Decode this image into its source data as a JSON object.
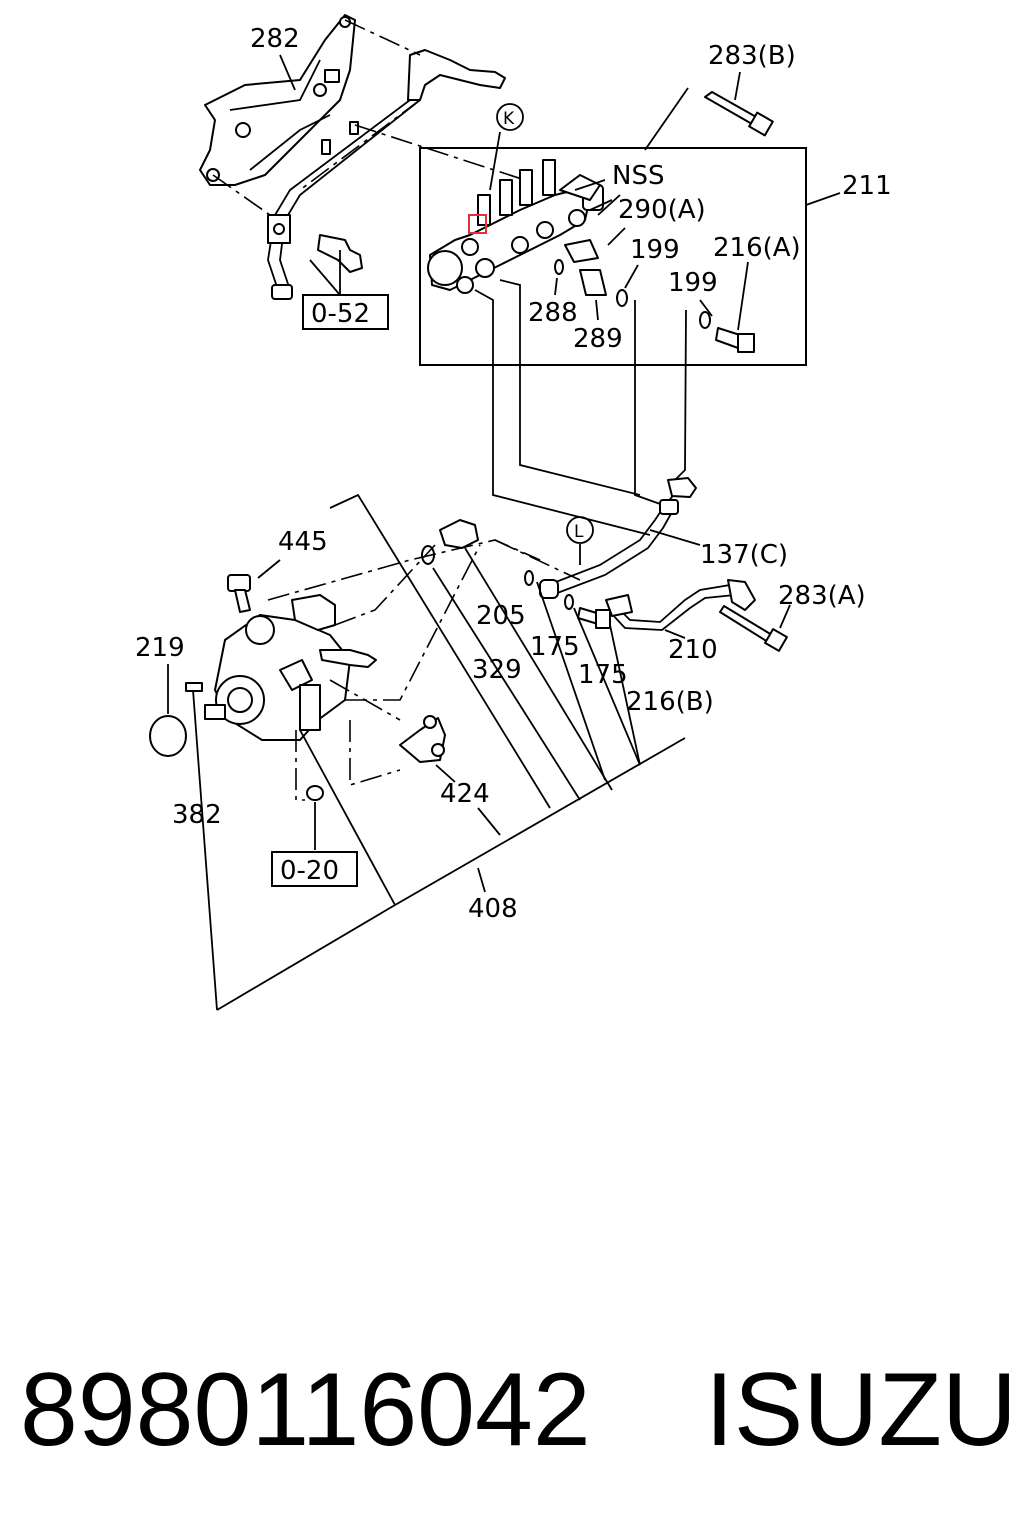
{
  "callouts": {
    "c282": "282",
    "c283b": "283(B)",
    "c211": "211",
    "cK": "K",
    "cNSS": "NSS",
    "c290a": "290(A)",
    "c199a": "199",
    "c216a": "216(A)",
    "c199b": "199",
    "c288": "288",
    "c289": "289",
    "c052": "0-52",
    "c445": "445",
    "cL": "L",
    "c137c": "137(C)",
    "c283a": "283(A)",
    "c219": "219",
    "c205": "205",
    "c175a": "175",
    "c210": "210",
    "c329": "329",
    "c175b": "175",
    "c216b": "216(B)",
    "c382": "382",
    "c424": "424",
    "c020": "0-20",
    "c408": "408"
  },
  "footer": {
    "part_number": "8980116042",
    "brand": "ISUZU"
  },
  "colors": {
    "line": "#000000",
    "highlight": "#e0303a",
    "background": "#ffffff"
  }
}
